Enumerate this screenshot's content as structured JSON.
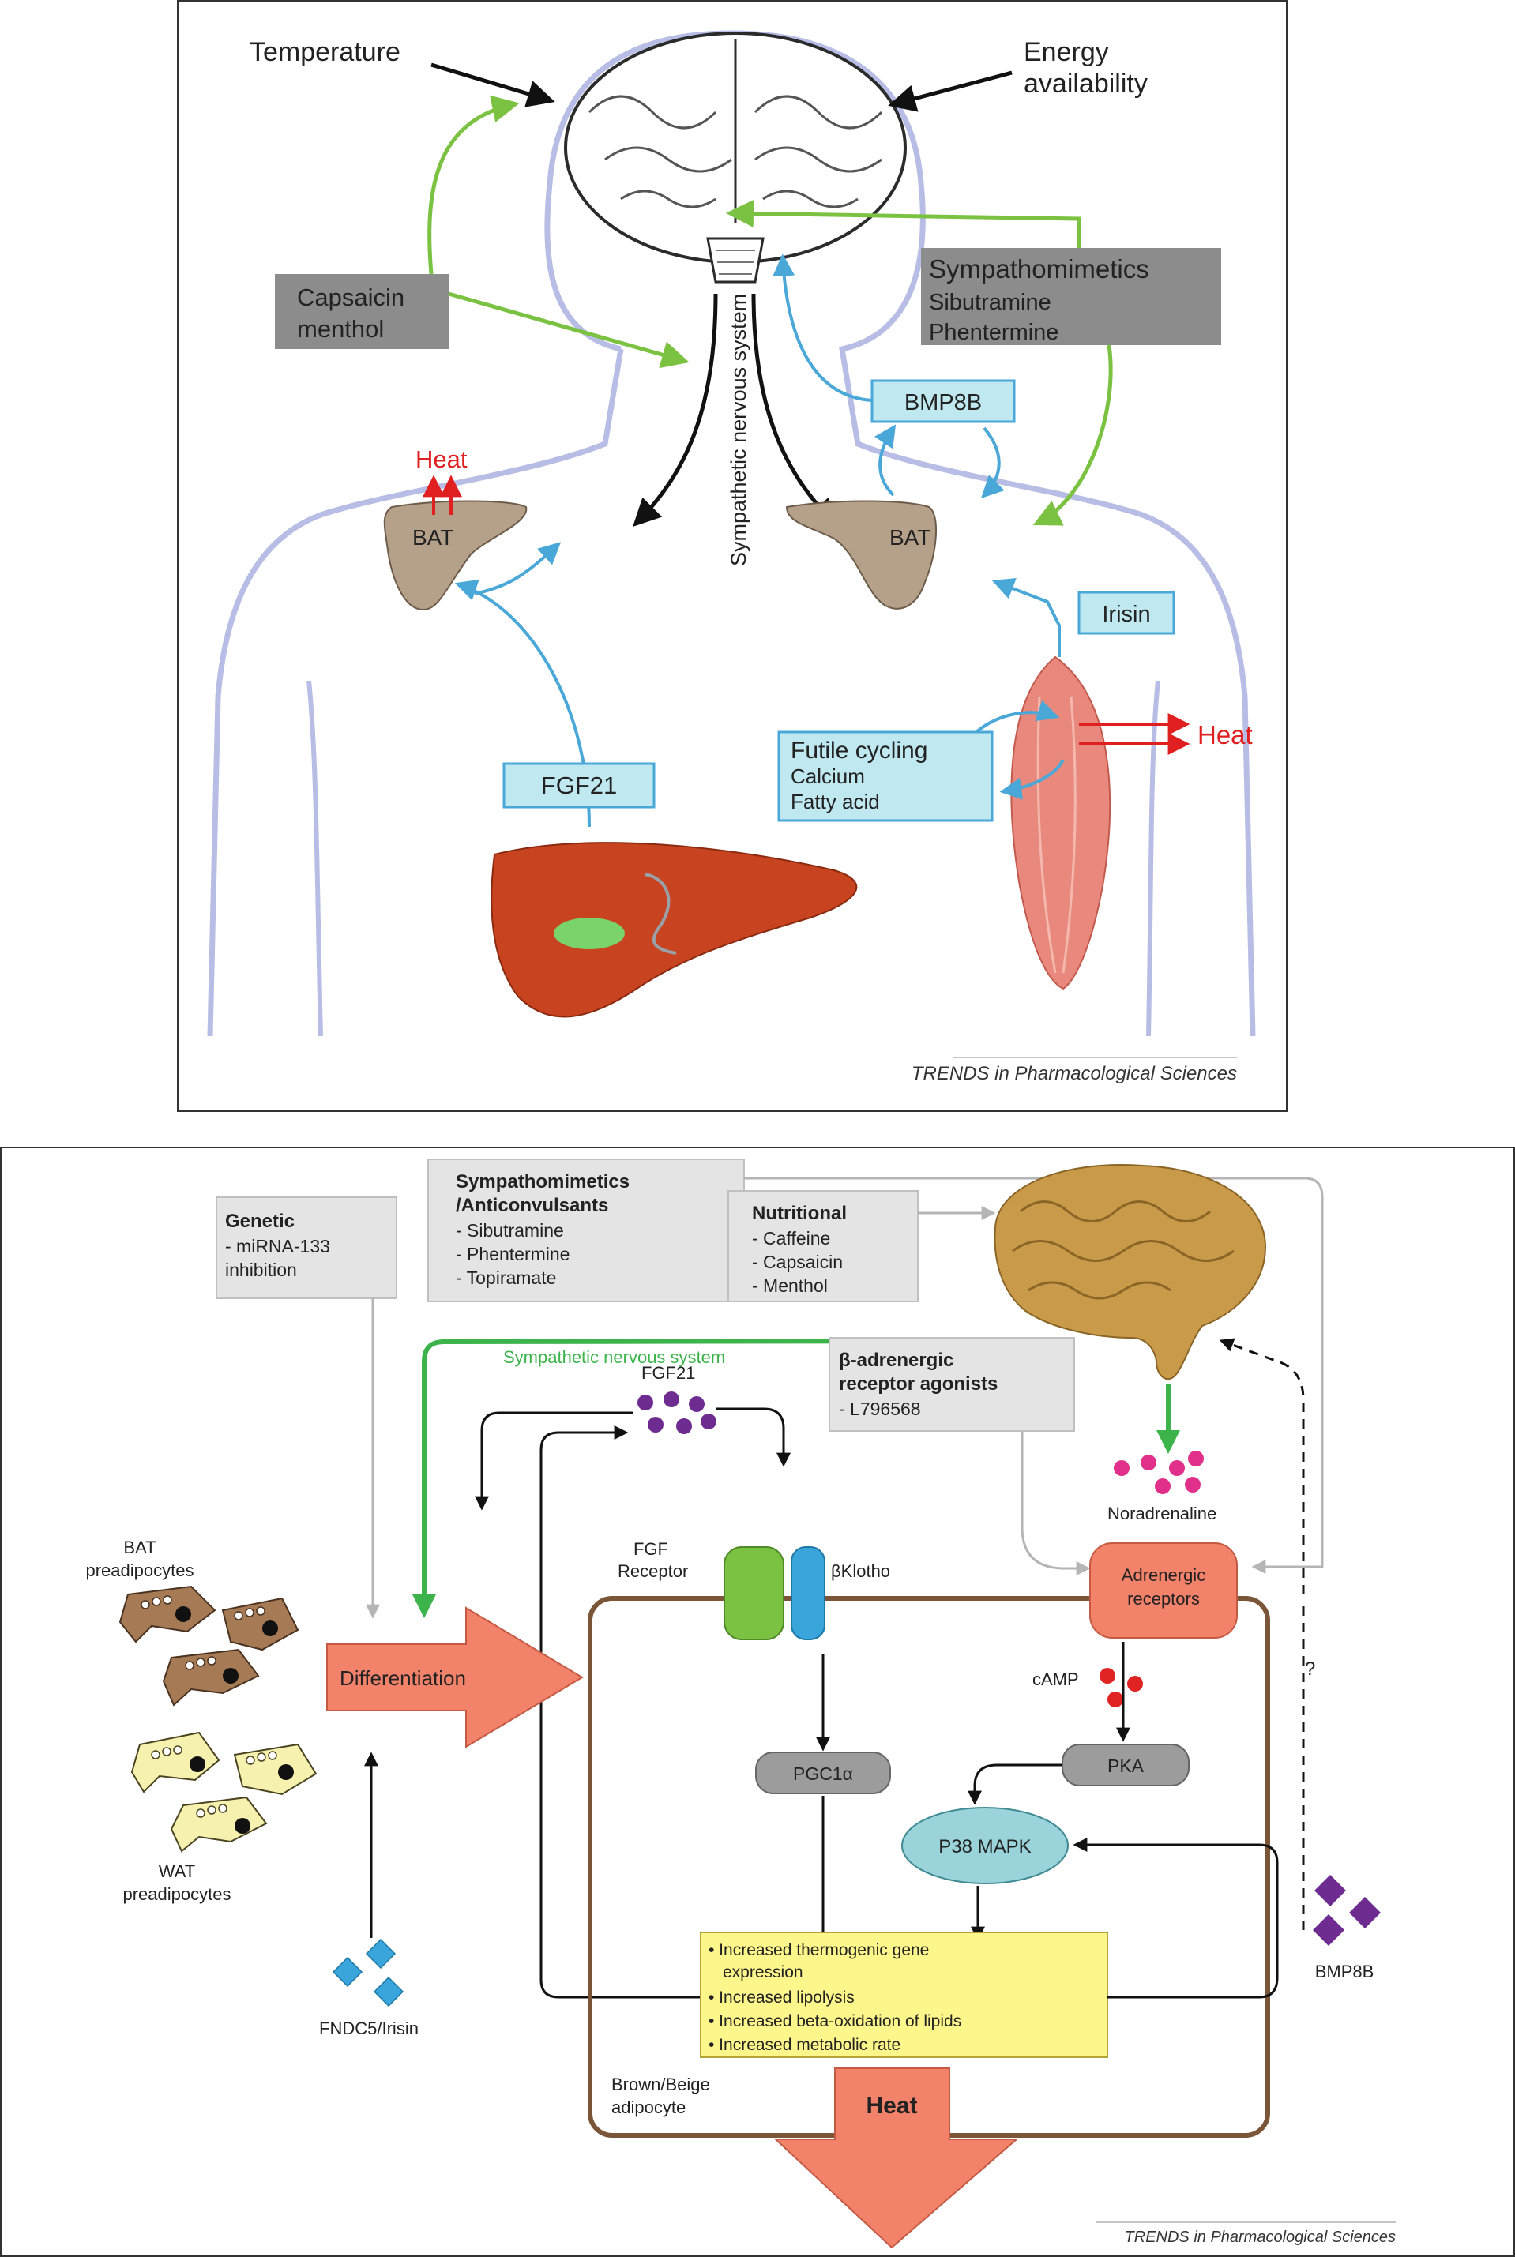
{
  "top": {
    "temperature": "Temperature",
    "energy_line1": "Energy",
    "energy_line2": "availability",
    "capsaicin_line1": "Capsaicin",
    "capsaicin_line2": "menthol",
    "sympatho_line1": "Sympathomimetics",
    "sympatho_line2": "Sibutramine",
    "sympatho_line3": "Phentermine",
    "sns": "Sympathetic nervous system",
    "bmp8b": "BMP8B",
    "heat": "Heat",
    "bat": "BAT",
    "irisin": "Irisin",
    "futile_line1": "Futile cycling",
    "futile_line2": "Calcium",
    "futile_line3": "Fatty acid",
    "fgf21": "FGF21",
    "credit": "TRENDS in Pharmacological Sciences"
  },
  "bottom": {
    "genetic_title": "Genetic",
    "genetic_line1": "- miRNA-133",
    "genetic_line2": "inhibition",
    "symp_title1": "Sympathomimetics",
    "symp_title2": "/Anticonvulsants",
    "symp_item1": "- Sibutramine",
    "symp_item2": "- Phentermine",
    "symp_item3": "- Topiramate",
    "nutr_title": "Nutritional",
    "nutr_item1": "- Caffeine",
    "nutr_item2": "- Capsaicin",
    "nutr_item3": "- Menthol",
    "sns": "Sympathetic nervous system",
    "beta_title1": "β-adrenergic",
    "beta_title2": "receptor agonists",
    "beta_item1": "- L796568",
    "fgf21": "FGF21",
    "noradrenaline": "Noradrenaline",
    "bat_pre1": "BAT",
    "bat_pre2": "preadipocytes",
    "fgf_receptor1": "FGF",
    "fgf_receptor2": "Receptor",
    "bklotho": "βKlotho",
    "adrenergic1": "Adrenergic",
    "adrenergic2": "receptors",
    "differentiation": "Differentiation",
    "camp": "cAMP",
    "question": "?",
    "pgc1a": "PGC1α",
    "pka": "PKA",
    "wat_pre1": "WAT",
    "wat_pre2": "preadipocytes",
    "p38": "P38 MAPK",
    "outcome1": "• Increased thermogenic gene",
    "outcome1b": "expression",
    "outcome2": "• Increased lipolysis",
    "outcome3": "• Increased beta-oxidation of lipids",
    "outcome4": "• Increased metabolic rate",
    "bmp8b": "BMP8B",
    "fndc5": "FNDC5/Irisin",
    "brown1": "Brown/Beige",
    "brown2": "adipocyte",
    "heat": "Heat",
    "credit": "TRENDS in Pharmacological Sciences"
  }
}
